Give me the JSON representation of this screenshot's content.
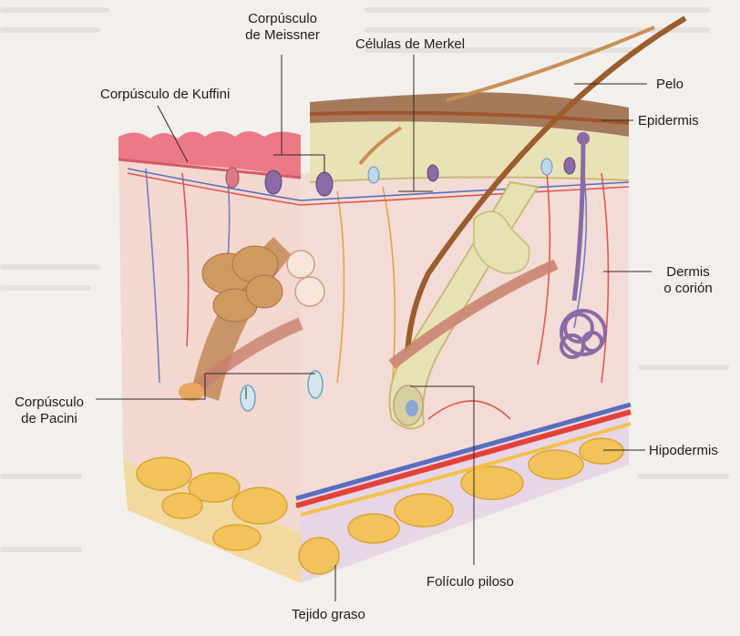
{
  "labels": {
    "meissner": [
      "Corpúsculo",
      "de Meissner"
    ],
    "merkel": "Células de Merkel",
    "kuffini": "Corpúsculo de Kuffini",
    "pelo": "Pelo",
    "epidermis": "Epidermis",
    "dermis": [
      "Dermis",
      "o corión"
    ],
    "pacini": [
      "Corpúsculo",
      "de Pacini"
    ],
    "hipodermis": "Hipodermis",
    "foliculo": "Folículo piloso",
    "tejido_graso": "Tejido graso"
  }
}
